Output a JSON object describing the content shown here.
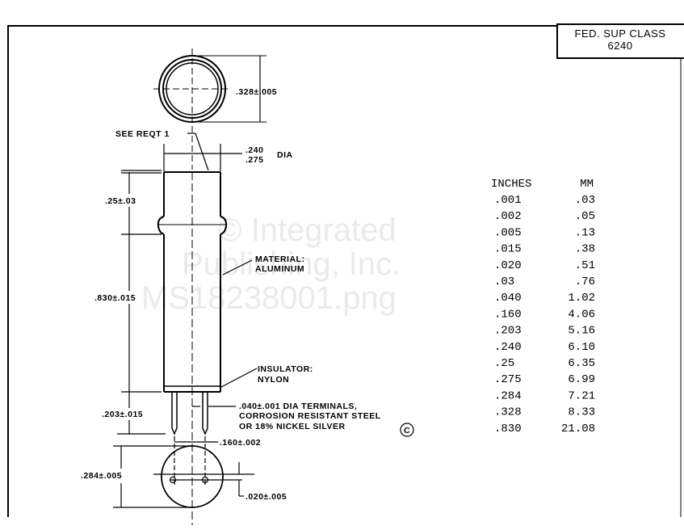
{
  "title_block": {
    "line1": "FED. SUP CLASS",
    "line2": "6240"
  },
  "labels": {
    "top_dia": ".328±.005",
    "see_reqt": "SEE REQT 1",
    "dia_a": ".240",
    "dia_b": ".275",
    "dia_suffix": "DIA",
    "cap_len": ".25±.03",
    "body_len": ".830±.015",
    "material_1": "MATERIAL:",
    "material_2": "ALUMINUM",
    "insulator_1": "INSULATOR:",
    "insulator_2": "NYLON",
    "pin_len": ".203±.015",
    "term_1": ".040±.001 DIA TERMINALS,",
    "term_2": "CORROSION RESISTANT STEEL",
    "term_3": "OR 18% NICKEL SILVER",
    "rev": "C",
    "pin_space": ".160±.002",
    "base_dia": ".284±.005",
    "offset": ".020±.005"
  },
  "conversion_table": {
    "headers": [
      "INCHES",
      "MM"
    ],
    "rows": [
      [
        ".001",
        ".03"
      ],
      [
        ".002",
        ".05"
      ],
      [
        ".005",
        ".13"
      ],
      [
        ".015",
        ".38"
      ],
      [
        ".020",
        ".51"
      ],
      [
        ".03",
        ".76"
      ],
      [
        ".040",
        "1.02"
      ],
      [
        ".160",
        "4.06"
      ],
      [
        ".203",
        "5.16"
      ],
      [
        ".240",
        "6.10"
      ],
      [
        ".25",
        "6.35"
      ],
      [
        ".275",
        "6.99"
      ],
      [
        ".284",
        "7.21"
      ],
      [
        ".328",
        "8.33"
      ],
      [
        ".830",
        "21.08"
      ]
    ]
  },
  "watermark": {
    "line1": "© Integrated",
    "line2": "Publishing, Inc.",
    "line3": "MS18238001.png"
  }
}
